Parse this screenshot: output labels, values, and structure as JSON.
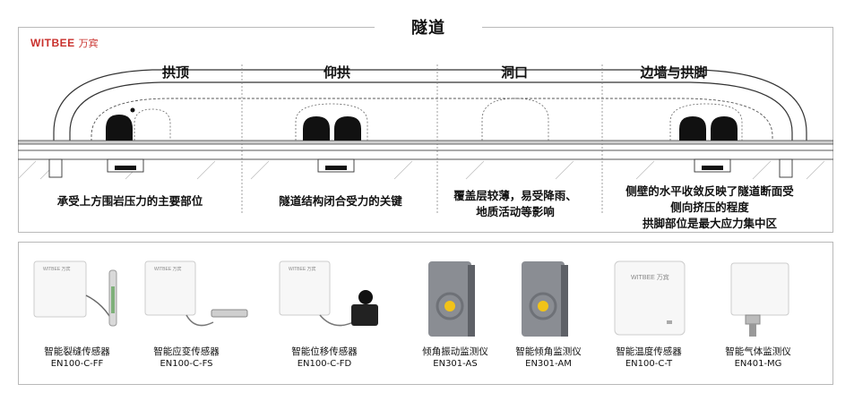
{
  "title": "隧道",
  "logo": {
    "brand": "WITBEE",
    "cn": "万宾"
  },
  "sections": [
    {
      "label": "拱顶",
      "desc": [
        "承受上方围岩压力的主要部位"
      ]
    },
    {
      "label": "仰拱",
      "desc": [
        "隧道结构闭合受力的关键"
      ]
    },
    {
      "label": "洞口",
      "desc": [
        "覆盖层较薄，易受降雨、",
        "地质活动等影响"
      ]
    },
    {
      "label": "边墙与拱脚",
      "desc": [
        "侧壁的水平收敛反映了隧道断面受",
        "侧向挤压的程度",
        "拱脚部位是最大应力集中区"
      ]
    }
  ],
  "devices": [
    {
      "name": "智能裂缝传感器",
      "model": "EN100-C-FF"
    },
    {
      "name": "智能应变传感器",
      "model": "EN100-C-FS"
    },
    {
      "name": "智能位移传感器",
      "model": "EN100-C-FD"
    },
    {
      "name": "倾角振动监测仪",
      "model": "EN301-AS"
    },
    {
      "name": "智能倾角监测仪",
      "model": "EN301-AM"
    },
    {
      "name": "智能温度传感器",
      "model": "EN100-C-T"
    },
    {
      "name": "智能气体监测仪",
      "model": "EN401-MG"
    }
  ],
  "device_label_brand": "WITBEE 万宾",
  "colors": {
    "brand_red": "#c9302c",
    "sensor_yellow": "#f2c318",
    "sensor_gray": "#8a8d93"
  }
}
